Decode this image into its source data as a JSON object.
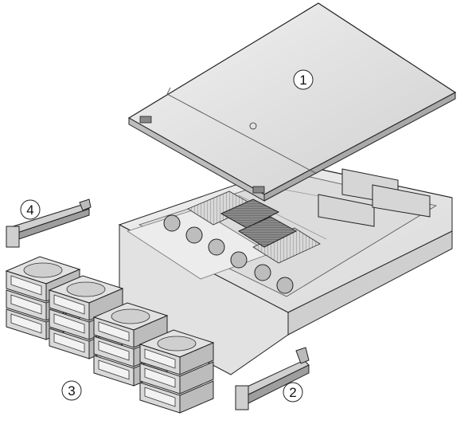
{
  "callouts": [
    {
      "label": "1",
      "part": "top-cover"
    },
    {
      "label": "2",
      "part": "right-bracket"
    },
    {
      "label": "3",
      "part": "drive-array"
    },
    {
      "label": "4",
      "part": "left-bracket"
    }
  ],
  "colors": {
    "line": "#222222",
    "metal_light": "#eeeeee",
    "metal_mid": "#cfcfcf",
    "metal_dark": "#9a9a9a",
    "interior": "#bdbdbd",
    "drive_face": "#e6e6e6"
  }
}
